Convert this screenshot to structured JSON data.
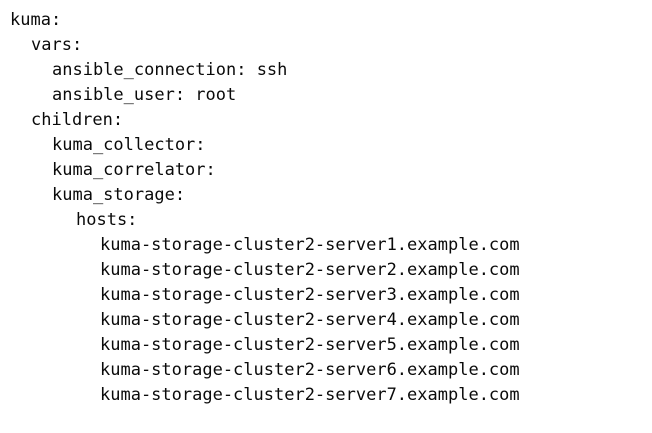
{
  "document": {
    "format": "yaml",
    "background_color": "#ffffff",
    "text_color": "#0a0a0a",
    "lines": [
      {
        "indent": 0,
        "text": "kuma:"
      },
      {
        "indent": 1,
        "text": "vars:"
      },
      {
        "indent": 2,
        "text": "ansible_connection: ssh"
      },
      {
        "indent": 2,
        "text": "ansible_user: root"
      },
      {
        "indent": 1,
        "text": "children:"
      },
      {
        "indent": 2,
        "text": "kuma_collector:"
      },
      {
        "indent": 2,
        "text": "kuma_correlator:"
      },
      {
        "indent": 2,
        "text": "kuma_storage:"
      },
      {
        "indent": 3,
        "text": "hosts:"
      },
      {
        "indent": 4,
        "text": "kuma-storage-cluster2-server1.example.com"
      },
      {
        "indent": 4,
        "text": "kuma-storage-cluster2-server2.example.com"
      },
      {
        "indent": 4,
        "text": "kuma-storage-cluster2-server3.example.com"
      },
      {
        "indent": 4,
        "text": "kuma-storage-cluster2-server4.example.com"
      },
      {
        "indent": 4,
        "text": "kuma-storage-cluster2-server5.example.com"
      },
      {
        "indent": 4,
        "text": "kuma-storage-cluster2-server6.example.com"
      },
      {
        "indent": 4,
        "text": "kuma-storage-cluster2-server7.example.com"
      }
    ]
  }
}
